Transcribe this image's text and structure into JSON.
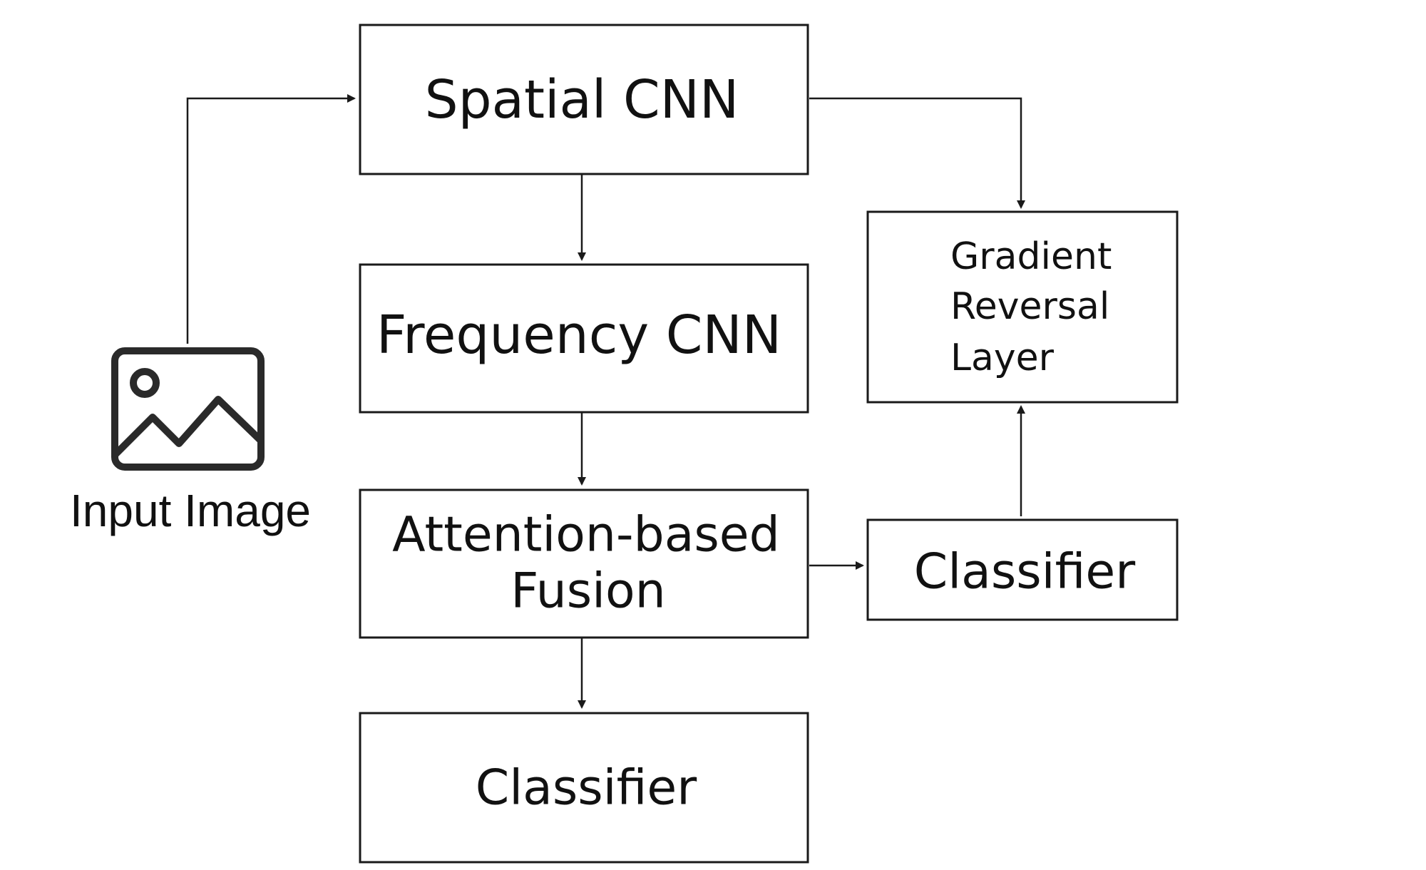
{
  "diagram": {
    "input": {
      "label": "Input Image",
      "icon": "image-icon"
    },
    "nodes": {
      "spatial_cnn": "Spatial CNN",
      "frequency_cnn": "Frequency CNN",
      "fusion": [
        "Attention-based",
        "Fusion"
      ],
      "classifier_main": "Classifier",
      "classifier_side": "Classifier",
      "grl": [
        "Gradient",
        "Reversal",
        "Layer"
      ]
    },
    "edges": [
      {
        "from": "Input Image",
        "to": "Spatial CNN"
      },
      {
        "from": "Spatial CNN",
        "to": "Frequency CNN"
      },
      {
        "from": "Spatial CNN",
        "to": "Gradient Reversal Layer"
      },
      {
        "from": "Frequency CNN",
        "to": "Attention-based Fusion"
      },
      {
        "from": "Attention-based Fusion",
        "to": "Classifier"
      },
      {
        "from": "Attention-based Fusion",
        "to": "Classifier (side)"
      },
      {
        "from": "Classifier (side)",
        "to": "Gradient Reversal Layer"
      }
    ],
    "colors": {
      "line": "#1a1a1a",
      "background": "#ffffff"
    }
  }
}
